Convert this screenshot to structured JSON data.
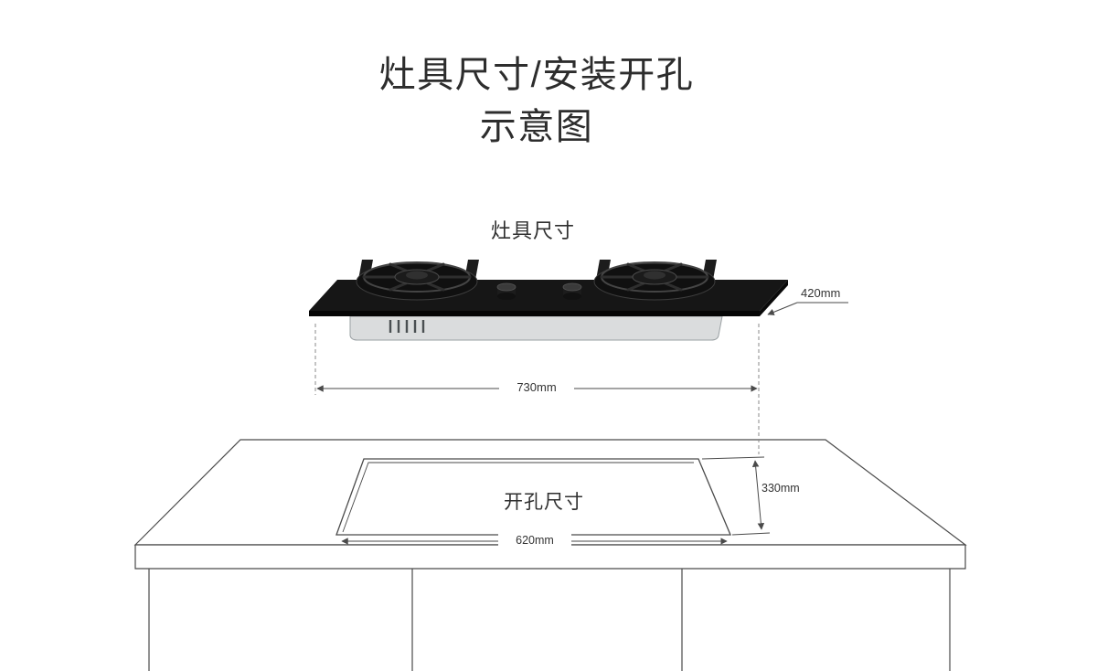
{
  "title": {
    "line1": "灶具尺寸/安装开孔",
    "line2": "示意图"
  },
  "labels": {
    "stove_size": "灶具尺寸",
    "cutout_size": "开孔尺寸"
  },
  "dimensions": {
    "stove_depth": "420mm",
    "stove_width": "730mm",
    "cutout_depth": "330mm",
    "cutout_width": "620mm"
  },
  "colors": {
    "background": "#ffffff",
    "line": "#4a4a4a",
    "stove_glass": "#161616",
    "stove_body": "#dadcdd",
    "text": "#333333"
  }
}
